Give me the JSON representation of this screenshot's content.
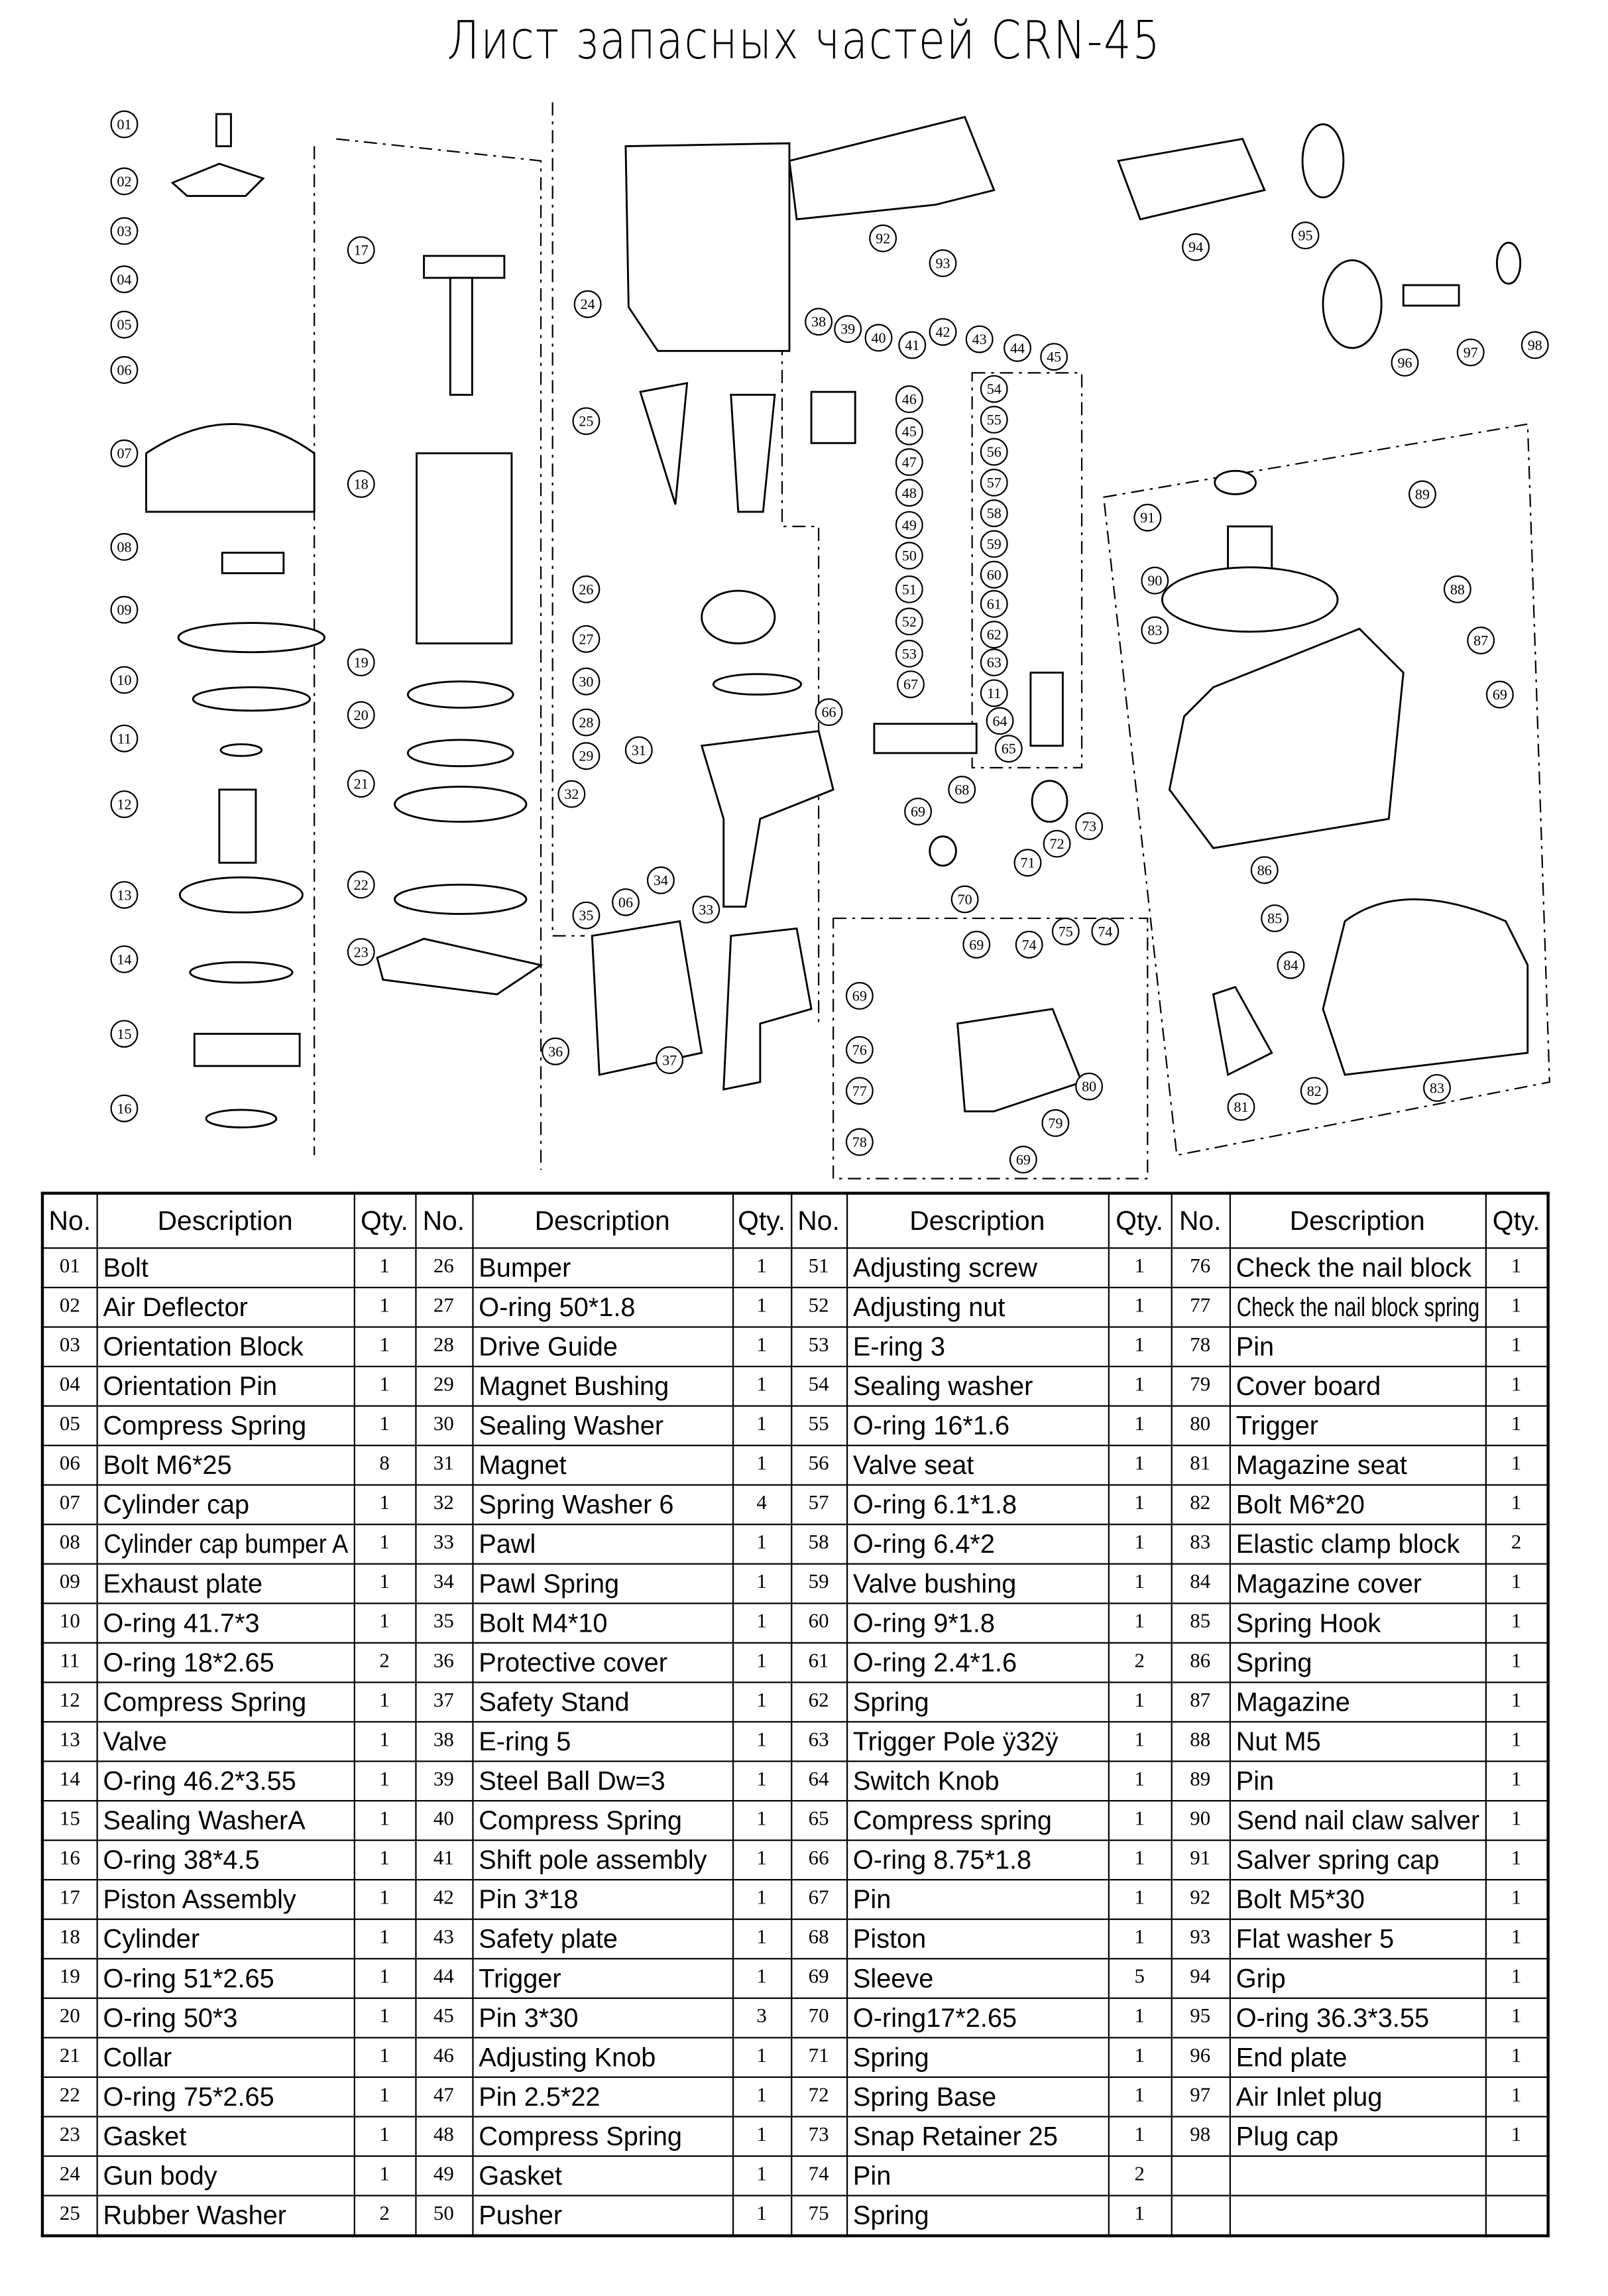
{
  "title": "Лист запасных частей CRN-45",
  "callouts": [
    "01",
    "02",
    "03",
    "04",
    "05",
    "06",
    "07",
    "08",
    "09",
    "10",
    "11",
    "12",
    "13",
    "14",
    "15",
    "16",
    "17",
    "18",
    "19",
    "20",
    "21",
    "22",
    "23",
    "24",
    "25",
    "26",
    "27",
    "28",
    "29",
    "30",
    "31",
    "32",
    "33",
    "34",
    "35",
    "36",
    "37",
    "06",
    "38",
    "39",
    "40",
    "41",
    "42",
    "43",
    "44",
    "45",
    "92",
    "93",
    "94",
    "95",
    "96",
    "97",
    "98",
    "46",
    "45",
    "47",
    "48",
    "49",
    "50",
    "51",
    "52",
    "53",
    "54",
    "55",
    "56",
    "57",
    "58",
    "59",
    "60",
    "61",
    "62",
    "63",
    "11",
    "64",
    "65",
    "66",
    "67",
    "68",
    "69",
    "70",
    "71",
    "72",
    "73",
    "69",
    "74",
    "75",
    "74",
    "69",
    "76",
    "77",
    "78",
    "79",
    "80",
    "69",
    "91",
    "90",
    "83",
    "89",
    "88",
    "87",
    "69",
    "86",
    "85",
    "84",
    "81",
    "82",
    "83"
  ],
  "table": {
    "headers": {
      "no": "No.",
      "description": "Description",
      "qty": "Qty."
    },
    "columns": [
      [
        [
          "01",
          "Bolt",
          "1"
        ],
        [
          "02",
          "Air Deflector",
          "1"
        ],
        [
          "03",
          "Orientation Block",
          "1"
        ],
        [
          "04",
          "Orientation Pin",
          "1"
        ],
        [
          "05",
          "Compress Spring",
          "1"
        ],
        [
          "06",
          "Bolt M6*25",
          "8"
        ],
        [
          "07",
          "Cylinder cap",
          "1"
        ],
        [
          "08",
          "Cylinder cap bumper A",
          "1"
        ],
        [
          "09",
          "Exhaust plate",
          "1"
        ],
        [
          "10",
          "O-ring 41.7*3",
          "1"
        ],
        [
          "11",
          "O-ring 18*2.65",
          "2"
        ],
        [
          "12",
          "Compress Spring",
          "1"
        ],
        [
          "13",
          "Valve",
          "1"
        ],
        [
          "14",
          "O-ring 46.2*3.55",
          "1"
        ],
        [
          "15",
          "Sealing WasherA",
          "1"
        ],
        [
          "16",
          "O-ring 38*4.5",
          "1"
        ],
        [
          "17",
          "Piston Assembly",
          "1"
        ],
        [
          "18",
          "Cylinder",
          "1"
        ],
        [
          "19",
          "O-ring 51*2.65",
          "1"
        ],
        [
          "20",
          "O-ring 50*3",
          "1"
        ],
        [
          "21",
          "Collar",
          "1"
        ],
        [
          "22",
          "O-ring 75*2.65",
          "1"
        ],
        [
          "23",
          "Gasket",
          "1"
        ],
        [
          "24",
          "Gun body",
          "1"
        ],
        [
          "25",
          "Rubber Washer",
          "2"
        ]
      ],
      [
        [
          "26",
          "Bumper",
          "1"
        ],
        [
          "27",
          "O-ring 50*1.8",
          "1"
        ],
        [
          "28",
          "Drive Guide",
          "1"
        ],
        [
          "29",
          "Magnet Bushing",
          "1"
        ],
        [
          "30",
          "Sealing Washer",
          "1"
        ],
        [
          "31",
          "Magnet",
          "1"
        ],
        [
          "32",
          "Spring Washer 6",
          "4"
        ],
        [
          "33",
          "Pawl",
          "1"
        ],
        [
          "34",
          "Pawl Spring",
          "1"
        ],
        [
          "35",
          "Bolt M4*10",
          "1"
        ],
        [
          "36",
          "Protective cover",
          "1"
        ],
        [
          "37",
          "Safety Stand",
          "1"
        ],
        [
          "38",
          "E-ring 5",
          "1"
        ],
        [
          "39",
          "Steel Ball Dw=3",
          "1"
        ],
        [
          "40",
          "Compress Spring",
          "1"
        ],
        [
          "41",
          "Shift pole assembly",
          "1"
        ],
        [
          "42",
          "Pin 3*18",
          "1"
        ],
        [
          "43",
          "Safety plate",
          "1"
        ],
        [
          "44",
          "Trigger",
          "1"
        ],
        [
          "45",
          "Pin 3*30",
          "3"
        ],
        [
          "46",
          "Adjusting Knob",
          "1"
        ],
        [
          "47",
          "Pin 2.5*22",
          "1"
        ],
        [
          "48",
          "Compress Spring",
          "1"
        ],
        [
          "49",
          "Gasket",
          "1"
        ],
        [
          "50",
          "Pusher",
          "1"
        ]
      ],
      [
        [
          "51",
          "Adjusting screw",
          "1"
        ],
        [
          "52",
          "Adjusting nut",
          "1"
        ],
        [
          "53",
          "E-ring 3",
          "1"
        ],
        [
          "54",
          "Sealing washer",
          "1"
        ],
        [
          "55",
          "O-ring 16*1.6",
          "1"
        ],
        [
          "56",
          "Valve seat",
          "1"
        ],
        [
          "57",
          "O-ring 6.1*1.8",
          "1"
        ],
        [
          "58",
          "O-ring 6.4*2",
          "1"
        ],
        [
          "59",
          "Valve bushing",
          "1"
        ],
        [
          "60",
          "O-ring 9*1.8",
          "1"
        ],
        [
          "61",
          "O-ring 2.4*1.6",
          "2"
        ],
        [
          "62",
          "Spring",
          "1"
        ],
        [
          "63",
          "Trigger Pole ÿ32ÿ",
          "1"
        ],
        [
          "64",
          "Switch Knob",
          "1"
        ],
        [
          "65",
          "Compress spring",
          "1"
        ],
        [
          "66",
          "O-ring 8.75*1.8",
          "1"
        ],
        [
          "67",
          "Pin",
          "1"
        ],
        [
          "68",
          "Piston",
          "1"
        ],
        [
          "69",
          "Sleeve",
          "5"
        ],
        [
          "70",
          "O-ring17*2.65",
          "1"
        ],
        [
          "71",
          "Spring",
          "1"
        ],
        [
          "72",
          "Spring Base",
          "1"
        ],
        [
          "73",
          "Snap Retainer 25",
          "1"
        ],
        [
          "74",
          "Pin",
          "2"
        ],
        [
          "75",
          "Spring",
          "1"
        ]
      ],
      [
        [
          "76",
          "Check the nail block",
          "1"
        ],
        [
          "77",
          "Check the nail block spring",
          "1"
        ],
        [
          "78",
          "Pin",
          "1"
        ],
        [
          "79",
          "Cover board",
          "1"
        ],
        [
          "80",
          "Trigger",
          "1"
        ],
        [
          "81",
          "Magazine seat",
          "1"
        ],
        [
          "82",
          "Bolt M6*20",
          "1"
        ],
        [
          "83",
          "Elastic clamp block",
          "2"
        ],
        [
          "84",
          "Magazine cover",
          "1"
        ],
        [
          "85",
          "Spring Hook",
          "1"
        ],
        [
          "86",
          "Spring",
          "1"
        ],
        [
          "87",
          "Magazine",
          "1"
        ],
        [
          "88",
          "Nut M5",
          "1"
        ],
        [
          "89",
          "Pin",
          "1"
        ],
        [
          "90",
          "Send nail claw salver",
          "1"
        ],
        [
          "91",
          "Salver spring cap",
          "1"
        ],
        [
          "92",
          "Bolt M5*30",
          "1"
        ],
        [
          "93",
          "Flat washer 5",
          "1"
        ],
        [
          "94",
          "Grip",
          "1"
        ],
        [
          "95",
          "O-ring 36.3*3.55",
          "1"
        ],
        [
          "96",
          "End plate",
          "1"
        ],
        [
          "97",
          "Air Inlet plug",
          "1"
        ],
        [
          "98",
          "Plug cap",
          "1"
        ],
        [
          "",
          "",
          " "
        ],
        [
          "",
          "",
          " "
        ]
      ]
    ]
  }
}
